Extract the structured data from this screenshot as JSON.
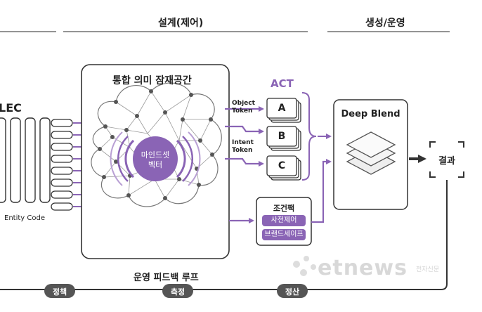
{
  "header": {
    "design_label": "설계(제어)",
    "ops_label": "생성/운영"
  },
  "left": {
    "title": "LEC",
    "entity_label": "Entity Code"
  },
  "latent": {
    "title": "통합 의미 잠재공간",
    "core_line1": "마인드셋",
    "core_line2": "벡터"
  },
  "act": {
    "title": "ACT",
    "items": [
      "A",
      "B",
      "C"
    ],
    "object_token": [
      "Object",
      "Token"
    ],
    "intent_token": [
      "Intent",
      "Token"
    ]
  },
  "conditions": {
    "title": "조건팩",
    "pills": [
      "사전제어",
      "브랜드세이프"
    ]
  },
  "blend": {
    "title": "Deep Blend"
  },
  "result": {
    "label": "결과"
  },
  "loop": {
    "title": "운영 피드백 루프",
    "stages": [
      "정책",
      "측정",
      "정산"
    ]
  },
  "watermark": {
    "text": "etnews",
    "sub": "전자신문"
  },
  "colors": {
    "accent": "#8a64b5",
    "dark": "#333333"
  }
}
